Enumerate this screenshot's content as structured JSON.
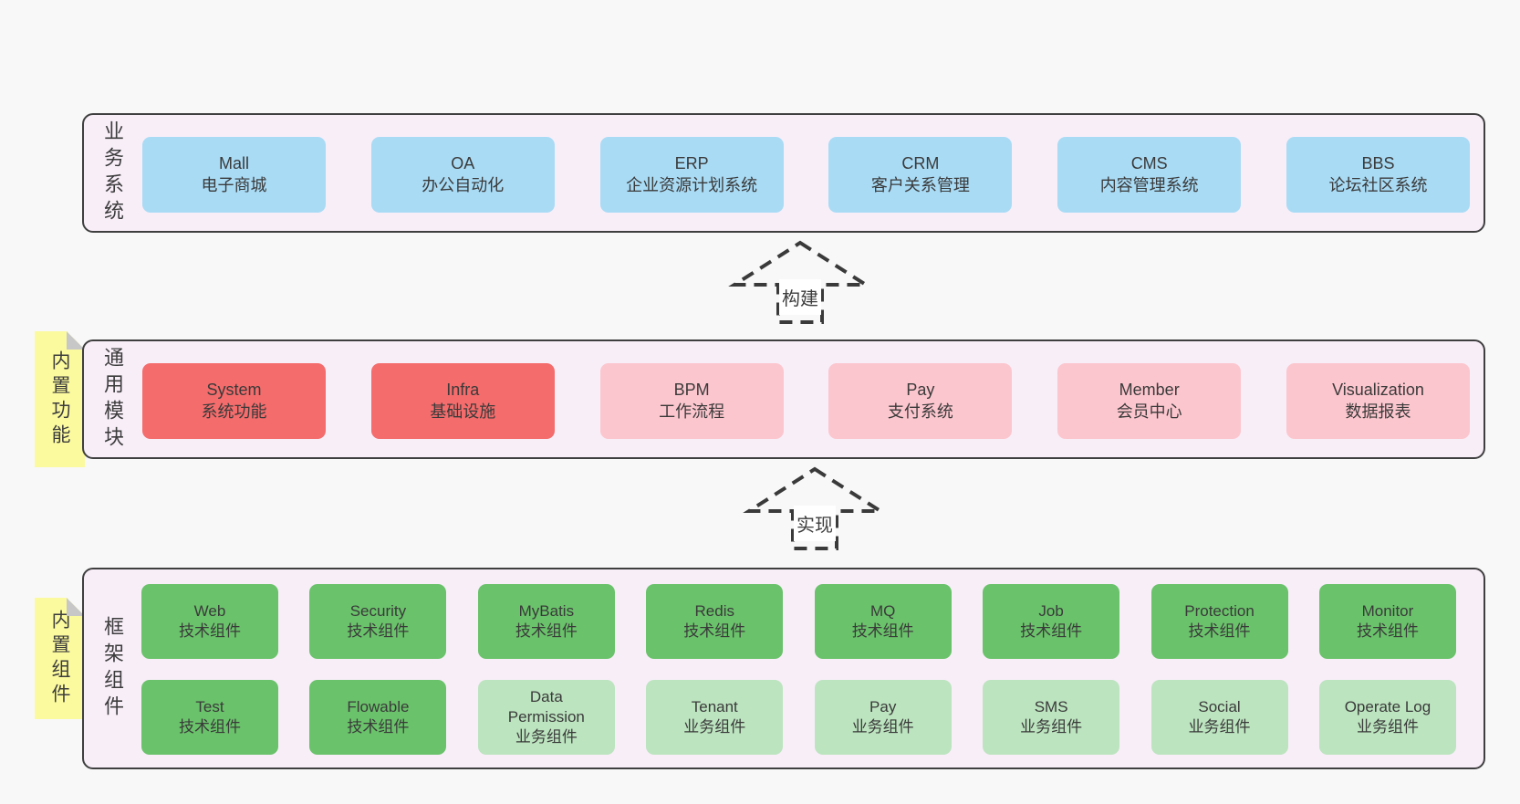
{
  "diagram": {
    "background": "#f8f8f8",
    "panel_fill": "#f8eef8",
    "panel_border": "#3f3f3f",
    "note_fill": "#fbfa9e"
  },
  "colors": {
    "blue": "#a9dbf5",
    "red": "#f46c6c",
    "pink": "#fcc6ce",
    "green": "#6ac26b",
    "light_green": "#bce4bf"
  },
  "layers": {
    "business": {
      "title": "业务系统",
      "boxes": [
        {
          "en": "Mall",
          "zh": "电子商城"
        },
        {
          "en": "OA",
          "zh": "办公自动化"
        },
        {
          "en": "ERP",
          "zh": "企业资源计划系统"
        },
        {
          "en": "CRM",
          "zh": "客户关系管理"
        },
        {
          "en": "CMS",
          "zh": "内容管理系统"
        },
        {
          "en": "BBS",
          "zh": "论坛社区系统"
        }
      ]
    },
    "modules": {
      "note": "内置功能",
      "title": "通用模块",
      "boxes": [
        {
          "en": "System",
          "zh": "系统功能"
        },
        {
          "en": "Infra",
          "zh": "基础设施"
        },
        {
          "en": "BPM",
          "zh": "工作流程"
        },
        {
          "en": "Pay",
          "zh": "支付系统"
        },
        {
          "en": "Member",
          "zh": "会员中心"
        },
        {
          "en": "Visualization",
          "zh": "数据报表"
        }
      ]
    },
    "components": {
      "note": "内置组件",
      "title": "框架组件",
      "row1": [
        {
          "en": "Web",
          "zh": "技术组件"
        },
        {
          "en": "Security",
          "zh": "技术组件"
        },
        {
          "en": "MyBatis",
          "zh": "技术组件"
        },
        {
          "en": "Redis",
          "zh": "技术组件"
        },
        {
          "en": "MQ",
          "zh": "技术组件"
        },
        {
          "en": "Job",
          "zh": "技术组件"
        },
        {
          "en": "Protection",
          "zh": "技术组件"
        },
        {
          "en": "Monitor",
          "zh": "技术组件"
        }
      ],
      "row2": [
        {
          "en": "Test",
          "zh": "技术组件"
        },
        {
          "en": "Flowable",
          "zh": "技术组件"
        },
        {
          "en": "Data Permission",
          "zh": "业务组件"
        },
        {
          "en": "Tenant",
          "zh": "业务组件"
        },
        {
          "en": "Pay",
          "zh": "业务组件"
        },
        {
          "en": "SMS",
          "zh": "业务组件"
        },
        {
          "en": "Social",
          "zh": "业务组件"
        },
        {
          "en": "Operate Log",
          "zh": "业务组件"
        }
      ]
    }
  },
  "arrows": [
    {
      "label": "构建"
    },
    {
      "label": "实现"
    }
  ]
}
